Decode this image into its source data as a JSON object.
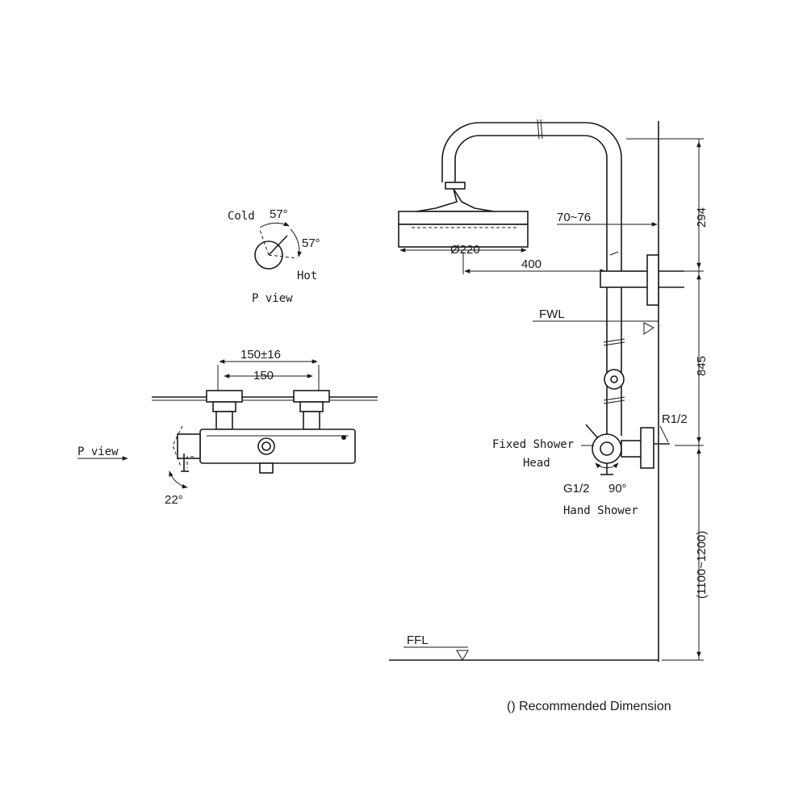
{
  "p_view_top": {
    "cold": "Cold",
    "hot": "Hot",
    "angle_cold": "57°",
    "angle_hot": "57°",
    "caption": "P view"
  },
  "valve_side": {
    "dim_outer": "150±16",
    "dim_inner": "150",
    "p_view_arrow": "P view",
    "angle": "22°"
  },
  "elevation": {
    "dim_head_diameter": "Ø220",
    "dim_arm": "400",
    "dim_wall_gap": "70~76",
    "fwl": "FWL",
    "ffl": "FFL",
    "fixed_shower_head_line1": "Fixed Shower",
    "fixed_shower_head_line2": "Head",
    "r12": "R1/2",
    "g12": "G1/2",
    "angle_90": "90°",
    "hand_shower": "Hand Shower",
    "dim_294": "294",
    "dim_845": "845",
    "dim_height": "(1100~1200)"
  },
  "footer": {
    "note": "() Recommended Dimension"
  }
}
